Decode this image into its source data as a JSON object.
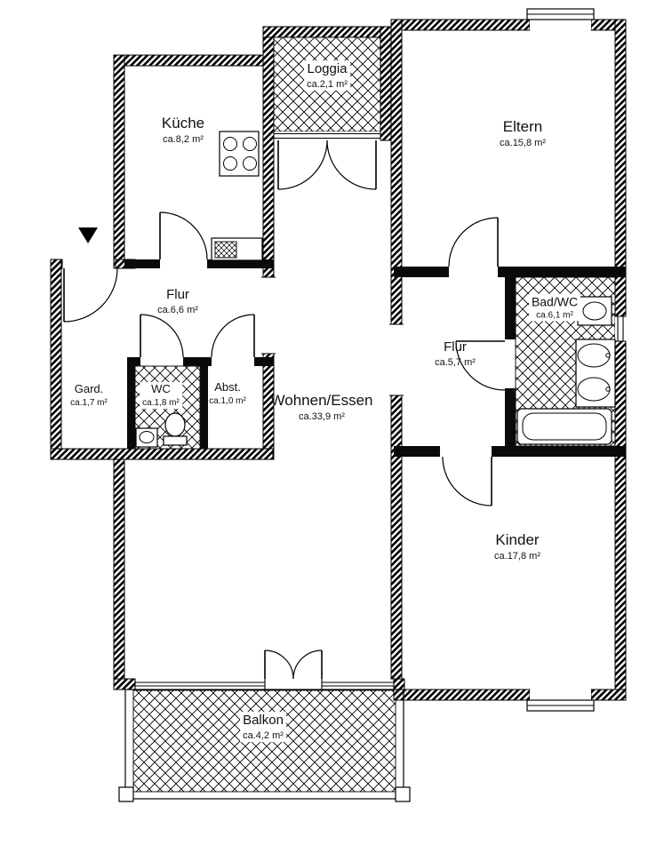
{
  "colors": {
    "line": "#000000",
    "background": "#ffffff"
  },
  "icons": {
    "entrance_marker": "triangle-down"
  },
  "rooms": [
    {
      "id": "loggia",
      "name": "Loggia",
      "area": "ca.2,1 m²"
    },
    {
      "id": "kueche",
      "name": "Küche",
      "area": "ca.8,2 m²"
    },
    {
      "id": "eltern",
      "name": "Eltern",
      "area": "ca.15,8 m²"
    },
    {
      "id": "flur1",
      "name": "Flur",
      "area": "ca.6,6 m²"
    },
    {
      "id": "badwc",
      "name": "Bad/WC",
      "area": "ca.6,1 m²"
    },
    {
      "id": "flur2",
      "name": "Flur",
      "area": "ca.5,7 m²"
    },
    {
      "id": "gard",
      "name": "Gard.",
      "area": "ca.1,7 m²"
    },
    {
      "id": "wc",
      "name": "WC",
      "area": "ca.1,8 m²"
    },
    {
      "id": "abst",
      "name": "Abst.",
      "area": "ca.1,0 m²"
    },
    {
      "id": "wohnen",
      "name": "Wohnen/Essen",
      "area": "ca.33,9 m²"
    },
    {
      "id": "kinder",
      "name": "Kinder",
      "area": "ca.17,8 m²"
    },
    {
      "id": "balkon",
      "name": "Balkon",
      "area": "ca.4,2 m²"
    }
  ]
}
